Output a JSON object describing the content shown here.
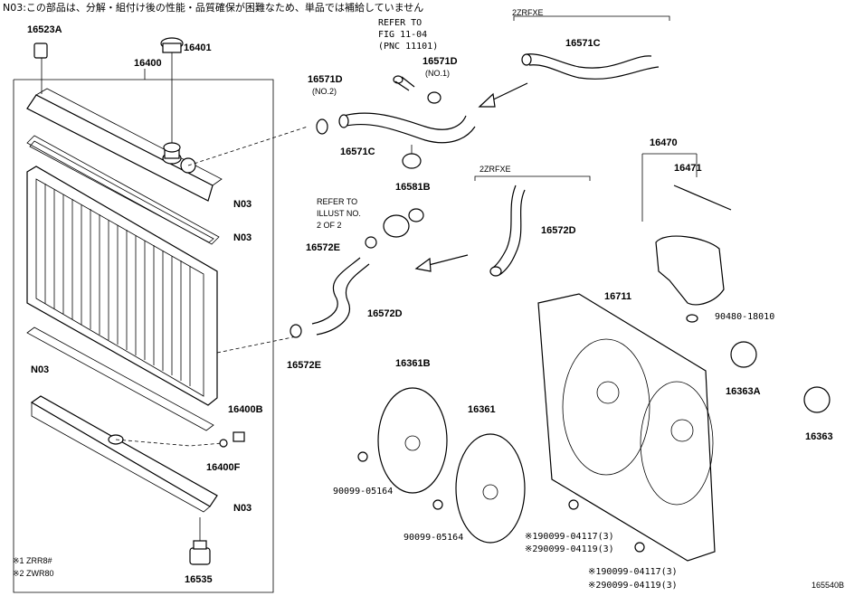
{
  "header_note": "N03:この部品は、分解・組付け後の性能・品質確保が困難なため、単品では補給していません",
  "refer_fig": [
    "REFER TO",
    "FIG 11-04",
    "(PNC 11101)"
  ],
  "refer_illust": [
    "REFER TO",
    "ILLUST NO.",
    "2 OF 2"
  ],
  "engine_upper": "2ZRFXE",
  "engine_lower": "2ZRFXE",
  "parts": {
    "p16523A": "16523A",
    "p16401": "16401",
    "p16400": "16400",
    "p16571D_no2": "16571D",
    "no2": "(NO.2)",
    "p16571D_no1": "16571D",
    "no1": "(NO.1)",
    "p16571C_top": "16571C",
    "p16571C": "16571C",
    "p16581B": "16581B",
    "p16470": "16470",
    "p16471": "16471",
    "n03_a": "N03",
    "n03_b": "N03",
    "n03_c": "N03",
    "n03_d": "N03",
    "p16572D_upper": "16572D",
    "p16572E_upper": "16572E",
    "p16572D_lower": "16572D",
    "p16572E_lower": "16572E",
    "p16711": "16711",
    "p90480": "90480-18010",
    "p16363A": "16363A",
    "p16363": "16363",
    "p16361B": "16361B",
    "p16361": "16361",
    "p16400B": "16400B",
    "p16400F": "16400F",
    "p90099_05164_a": "90099-05164",
    "p90099_05164_b": "90099-05164",
    "bolt_a1": "※190099-04117(3)",
    "bolt_a2": "※290099-04119(3)",
    "bolt_b1": "※190099-04117(3)",
    "bolt_b2": "※290099-04119(3)",
    "p16535": "16535"
  },
  "footnotes": [
    "※1 ZRR8#",
    "※2 ZWR80"
  ],
  "diagram_id": "165540B"
}
